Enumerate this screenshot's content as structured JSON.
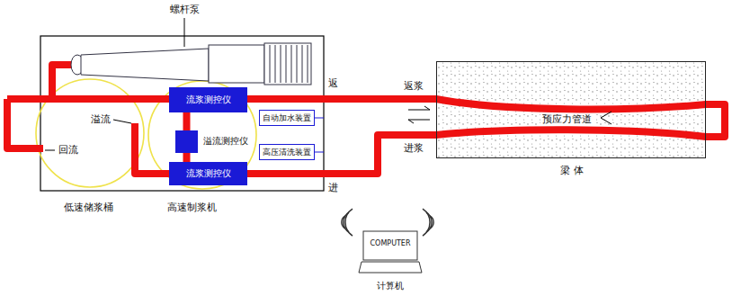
{
  "diagram": {
    "nodes": [
      {
        "text": [
          "流浆测控仪"
        ]
      },
      {
        "text": [
          "溢流测控仪"
        ]
      },
      {
        "text": [
          "流浆测控仪"
        ]
      },
      {
        "text": [
          "自动加水装置"
        ]
      },
      {
        "text": [
          "高压清洗装置"
        ]
      },
      {
        "text": [
          "预应力管道",
          "梁 体"
        ]
      },
      {
        "text": [
          "COMPUTER",
          "计算机"
        ]
      }
    ],
    "edges": [
      {
        "from": 0,
        "to": 1,
        "arrow": "none"
      },
      {
        "from": 1,
        "to": 2,
        "arrow": "none"
      },
      {
        "from": 5,
        "to": 0,
        "arrow": "none"
      },
      {
        "from": 2,
        "to": 5,
        "arrow": "none"
      }
    ],
    "labels": [
      "螺杆泵",
      "溢流",
      "回流",
      "低速储浆桶",
      "高速制浆机",
      "返",
      "进",
      "返浆",
      "进浆"
    ]
  }
}
